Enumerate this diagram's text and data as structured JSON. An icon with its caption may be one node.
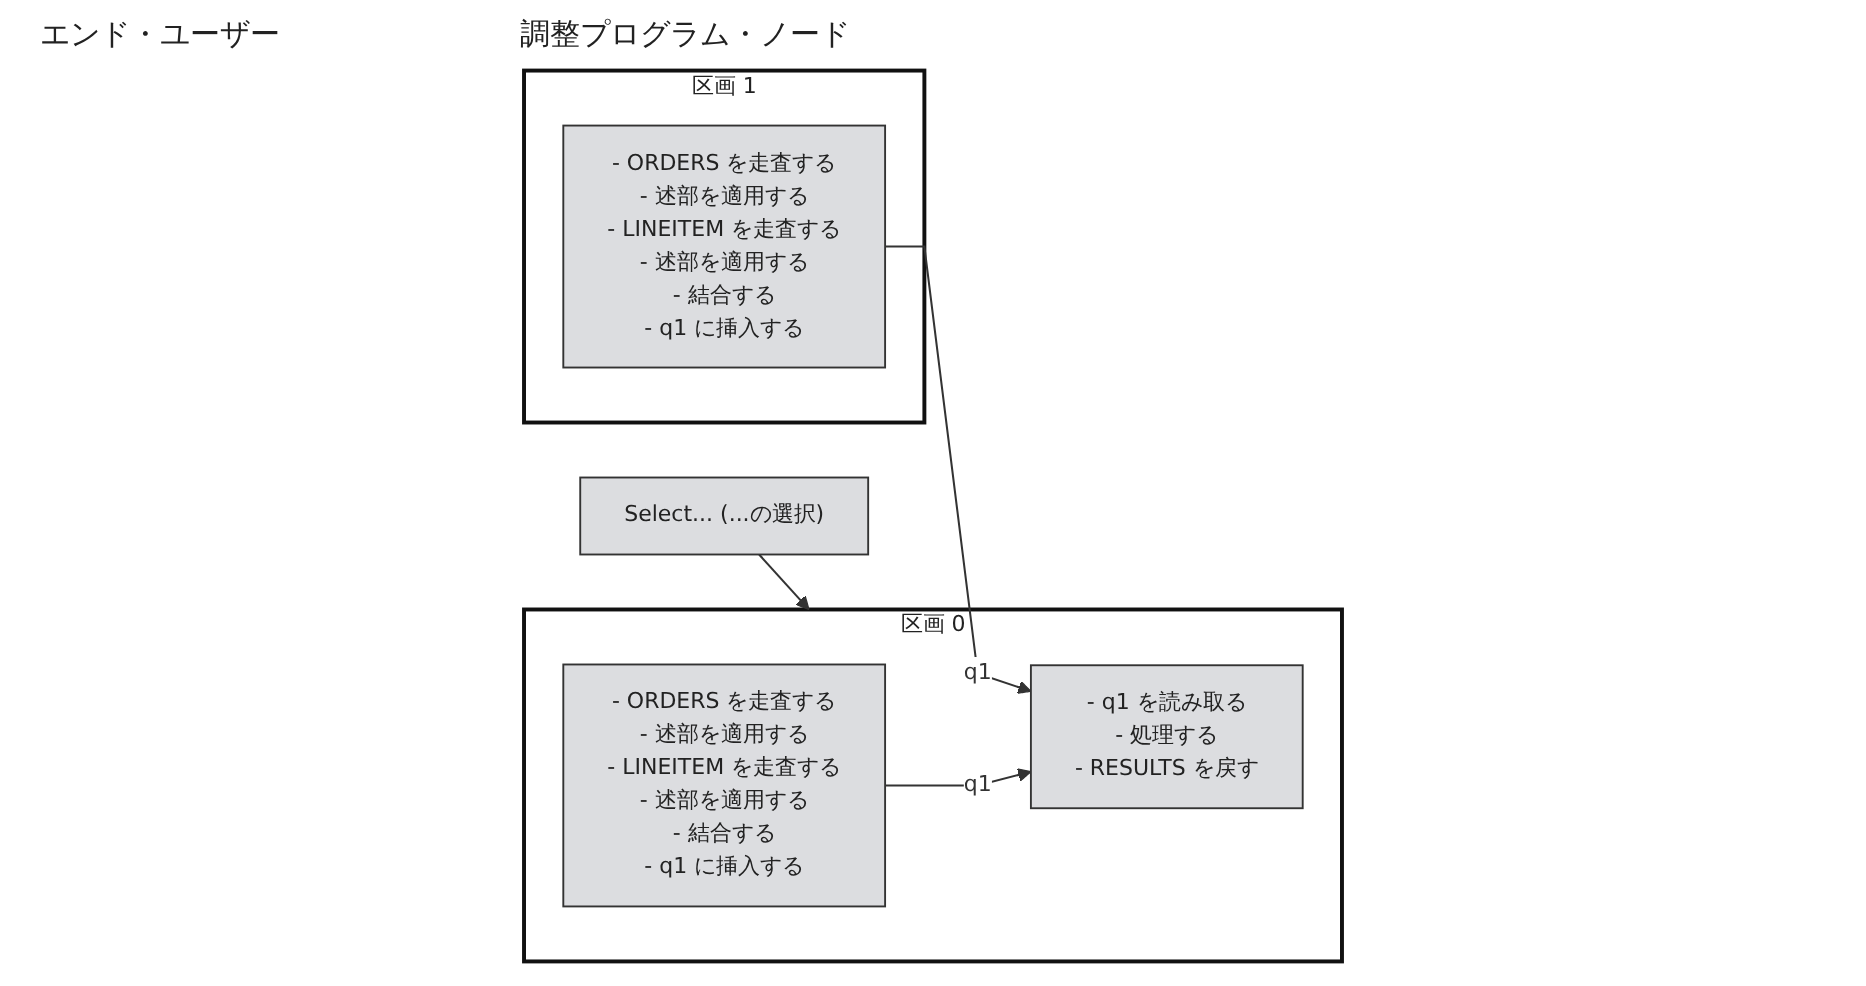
{
  "diagram": {
    "nodes": [
      {
        "text": [
          "Select... (...の選択)"
        ]
      },
      {
        "text": [
          "区画 0"
        ]
      },
      {
        "text": [
          "- q1 を読み取る",
          "- 処理する",
          "- RESULTS を戻す"
        ],
        "in": 1
      },
      {
        "text": [
          "- ORDERS を走査する",
          "- 述部を適用する",
          "- LINEITEM を走査する",
          "- 述部を適用する",
          "- 結合する",
          "- q1 に挿入する"
        ],
        "in": 1
      },
      {
        "text": [
          "区画 1"
        ]
      },
      {
        "text": [
          "- ORDERS を走査する",
          "- 述部を適用する",
          "- LINEITEM を走査する",
          "- 述部を適用する",
          "- 結合する",
          "- q1 に挿入する"
        ],
        "in": 4
      }
    ],
    "edges": [
      {
        "from": 0,
        "to": 1,
        "arrow": "to"
      },
      {
        "from": 3,
        "to": 2,
        "label": "q1",
        "arrow": "to"
      },
      {
        "from": 5,
        "to": 2,
        "label": "q1",
        "arrow": "to"
      }
    ],
    "labels": [
      "エンド・ユーザー",
      "調整プログラム・ノード"
    ]
  }
}
